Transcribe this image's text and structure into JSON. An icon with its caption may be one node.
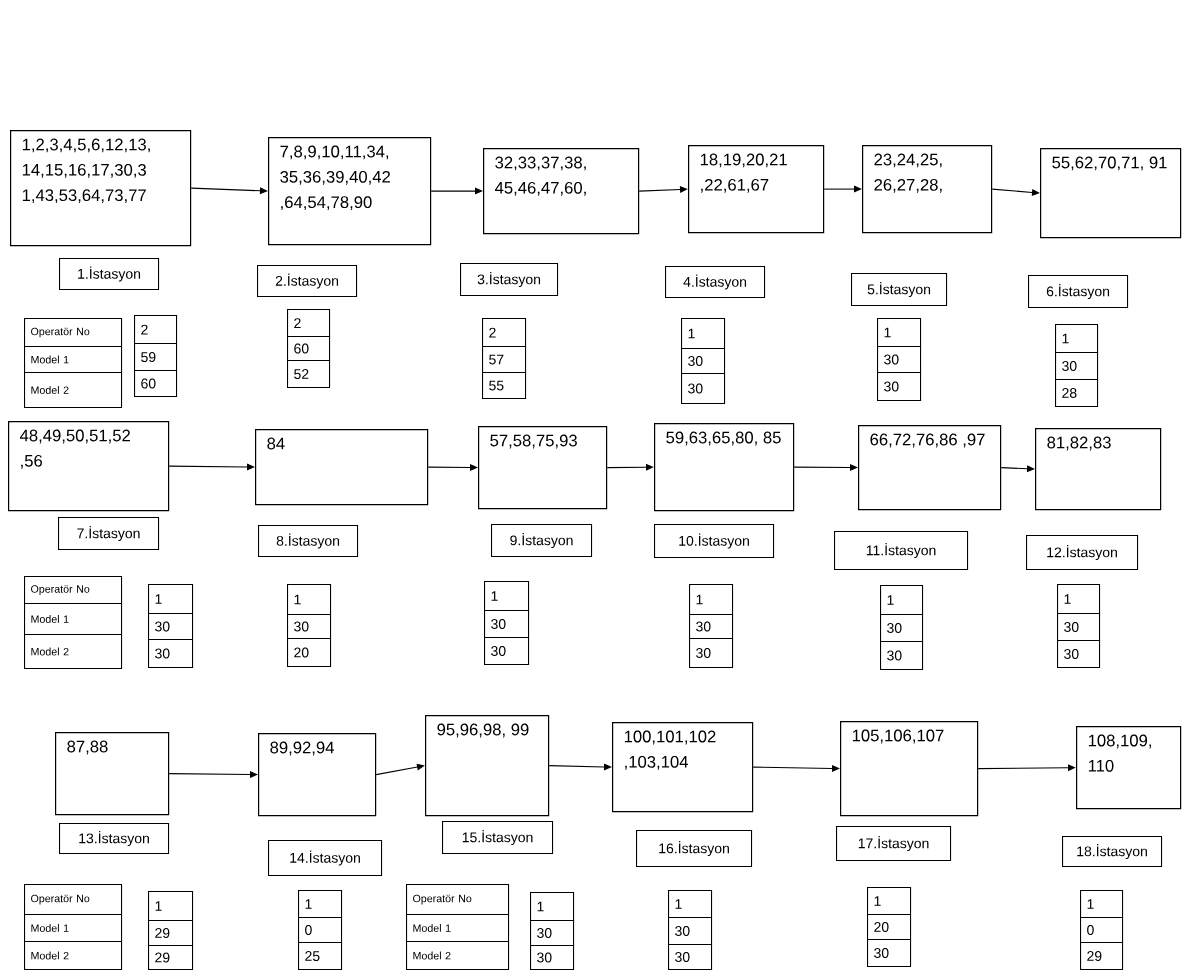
{
  "diagram": {
    "nodes": [
      {
        "text": [
          "1,2,3,4,5,6,12,13, 14,15,16,17,30,3 1,43,53,64,73,77"
        ]
      },
      {
        "text": [
          "7,8,9,10,11,34, 35,36,39,40,42 ,64,54,78,90"
        ]
      },
      {
        "text": [
          "32,33,37,38, 45,46,47,60,"
        ]
      },
      {
        "text": [
          "18,19,20,21 ,22,61,67"
        ]
      },
      {
        "text": [
          "23,24,25, 26,27,28,"
        ]
      },
      {
        "text": [
          "55,62,70,71, 91"
        ]
      },
      {
        "text": [
          "48,49,50,51,52 ,56"
        ]
      },
      {
        "text": [
          "84"
        ]
      },
      {
        "text": [
          "57,58,75,93"
        ]
      },
      {
        "text": [
          "59,63,65,80, 85"
        ]
      },
      {
        "text": [
          "66,72,76,86 ,97"
        ]
      },
      {
        "text": [
          "81,82,83"
        ]
      },
      {
        "text": [
          "87,88"
        ]
      },
      {
        "text": [
          "89,92,94"
        ]
      },
      {
        "text": [
          "95,96,98, 99"
        ]
      },
      {
        "text": [
          "100,101,102 ,103,104"
        ]
      },
      {
        "text": [
          "105,106,107"
        ]
      },
      {
        "text": [
          "108,109, 110"
        ]
      },
      {
        "text": [
          "1.İstasyon"
        ]
      },
      {
        "text": [
          "2.İstasyon"
        ]
      },
      {
        "text": [
          "3.İstasyon"
        ]
      },
      {
        "text": [
          "4.İstasyon"
        ]
      },
      {
        "text": [
          "5.İstasyon"
        ]
      },
      {
        "text": [
          "6.İstasyon"
        ]
      },
      {
        "text": [
          "7.İstasyon"
        ]
      },
      {
        "text": [
          "8.İstasyon"
        ]
      },
      {
        "text": [
          "9.İstasyon"
        ]
      },
      {
        "text": [
          "10.İstasyon"
        ]
      },
      {
        "text": [
          "11.İstasyon"
        ]
      },
      {
        "text": [
          "12.İstasyon"
        ]
      },
      {
        "text": [
          "13.İstasyon"
        ]
      },
      {
        "text": [
          "14.İstasyon"
        ]
      },
      {
        "text": [
          "15.İstasyon"
        ]
      },
      {
        "text": [
          "16.İstasyon"
        ]
      },
      {
        "text": [
          "17.İstasyon"
        ]
      },
      {
        "text": [
          "18.İstasyon"
        ]
      }
    ],
    "edges": [
      {
        "from": 0,
        "to": 1,
        "arrow": "to"
      },
      {
        "from": 1,
        "to": 2,
        "arrow": "to"
      },
      {
        "from": 2,
        "to": 3,
        "arrow": "to"
      },
      {
        "from": 3,
        "to": 4,
        "arrow": "to"
      },
      {
        "from": 4,
        "to": 5,
        "arrow": "to"
      },
      {
        "from": 6,
        "to": 7,
        "arrow": "to"
      },
      {
        "from": 7,
        "to": 8,
        "arrow": "to"
      },
      {
        "from": 8,
        "to": 9,
        "arrow": "to"
      },
      {
        "from": 9,
        "to": 10,
        "arrow": "to"
      },
      {
        "from": 10,
        "to": 11,
        "arrow": "to"
      },
      {
        "from": 12,
        "to": 13,
        "arrow": "to"
      },
      {
        "from": 13,
        "to": 14,
        "arrow": "to"
      },
      {
        "from": 14,
        "to": 15,
        "arrow": "to"
      },
      {
        "from": 15,
        "to": 16,
        "arrow": "to"
      },
      {
        "from": 16,
        "to": 17,
        "arrow": "to"
      }
    ],
    "labels": [
      "Operatör No",
      "Model 1",
      "Model 2",
      "2",
      "59",
      "60",
      "2",
      "60",
      "52",
      "2",
      "57",
      "55",
      "1",
      "30",
      "30",
      "1",
      "30",
      "30",
      "1",
      "30",
      "28",
      "Operatör No",
      "Model 1",
      "Model 2",
      "1",
      "30",
      "30",
      "1",
      "30",
      "20",
      "1",
      "30",
      "30",
      "1",
      "30",
      "30",
      "1",
      "30",
      "30",
      "1",
      "30",
      "30",
      "Operatör No",
      "Model 1",
      "Model 2",
      "1",
      "29",
      "29",
      "1",
      "0",
      "25",
      "Operatör No",
      "Model 1",
      "Model 2",
      "1",
      "30",
      "30",
      "1",
      "30",
      "30",
      "1",
      "20",
      "30",
      "1",
      "0",
      "29"
    ]
  }
}
